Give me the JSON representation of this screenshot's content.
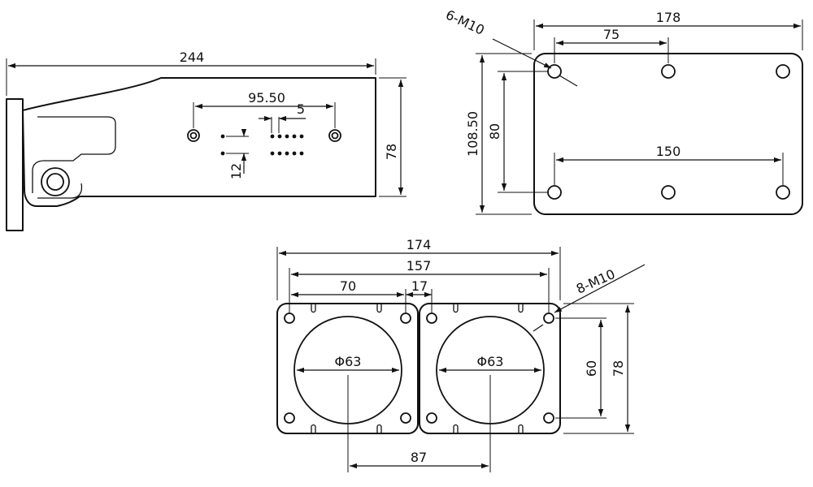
{
  "diagram": {
    "views": {
      "side": {
        "dims": {
          "total_length": "244",
          "height": "78",
          "hole_spacing": "95.50",
          "pin_gap": "5",
          "pin_offset": "12"
        }
      },
      "mount_plate": {
        "dims": {
          "width": "178",
          "top_spacing": "75",
          "outer_height": "108.50",
          "hole_height": "80",
          "bottom_spacing": "150",
          "bolt_callout": "6-M10"
        }
      },
      "twin_flange": {
        "dims": {
          "total_width": "174",
          "hole_span": "157",
          "bolt_spacing": "70",
          "flange_gap": "17",
          "height": "78",
          "bolt_height": "60",
          "bore_left": "Φ63",
          "bore_right": "Φ63",
          "center_distance": "87",
          "bolt_callout": "8-M10"
        }
      }
    }
  }
}
